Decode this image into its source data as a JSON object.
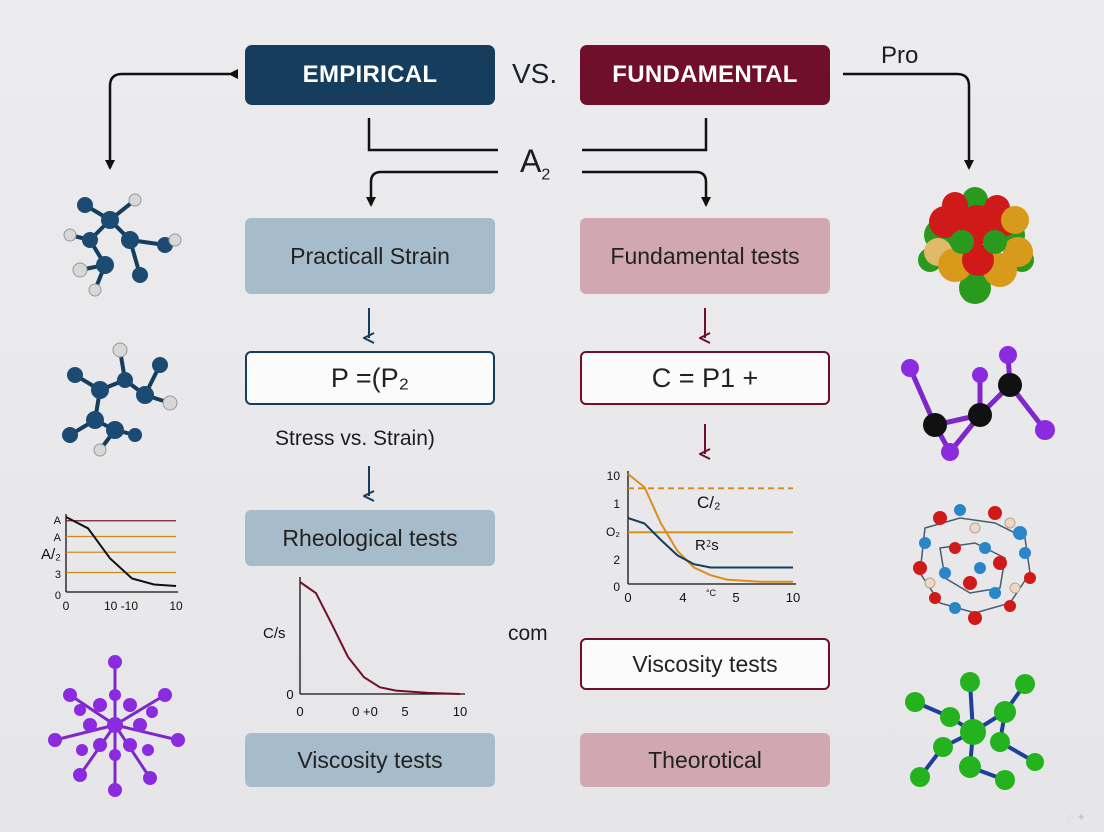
{
  "header": {
    "empirical": "EMPIRICAL",
    "vs": "VS.",
    "fundamental": "FUNDAMENTAL",
    "pro": "Pro",
    "a2_main": "A",
    "a2_sub": "2"
  },
  "left_column": {
    "box1": "Practicall Strain",
    "formula": "P =(P₂",
    "caption": "Stress vs. Strain)",
    "box2": "Rheological tests",
    "chart_ylabel": "C/s",
    "box3": "Viscosity tests"
  },
  "right_column": {
    "box1": "Fundamental tests",
    "formula": "C = P1 +",
    "chart_ann1": "C/₂",
    "chart_ann2": "R⁲s",
    "box2": "Viscosity tests",
    "box3": "Theorotical"
  },
  "middle": {
    "com": "com"
  },
  "colors": {
    "empirical": "#163d5c",
    "fundamental": "#6f0f2c",
    "blue_box": "#a7bcca",
    "rose_box": "#d1a7b2",
    "orange": "#d98f1e",
    "purple": "#8b2be0",
    "green": "#23a81f"
  },
  "chart_data": [
    {
      "type": "line",
      "y_tick_labels": [
        "A",
        "A",
        "A/₂",
        "3",
        "0"
      ],
      "x_tick_labels": [
        "0",
        "10 -10",
        "10"
      ],
      "series": [
        {
          "values": [
            [
              0,
              1.0
            ],
            [
              2,
              0.85
            ],
            [
              4,
              0.45
            ],
            [
              6,
              0.18
            ],
            [
              8,
              0.1
            ],
            [
              10,
              0.08
            ]
          ]
        }
      ],
      "hlines": [
        0.95,
        0.74,
        0.53,
        0.26
      ]
    },
    {
      "type": "line",
      "ylabel": "C/s",
      "x_tick_labels": [
        "0",
        "0 +0",
        "5",
        "10"
      ],
      "y_tick_labels": [
        "0"
      ],
      "series": [
        {
          "values": [
            [
              0,
              1.0
            ],
            [
              1,
              0.9
            ],
            [
              2,
              0.62
            ],
            [
              3,
              0.33
            ],
            [
              4,
              0.15
            ],
            [
              5,
              0.06
            ],
            [
              6,
              0.03
            ],
            [
              8,
              0.01
            ],
            [
              10,
              0.0
            ]
          ]
        }
      ]
    },
    {
      "type": "line",
      "y_tick_labels": [
        "10",
        "1",
        "O₂",
        "2",
        "0"
      ],
      "x_tick_labels": [
        "0",
        "4",
        "°C",
        "5",
        "10"
      ],
      "series": [
        {
          "values": [
            [
              0,
              1.0
            ],
            [
              1,
              0.88
            ],
            [
              2,
              0.55
            ],
            [
              3,
              0.3
            ],
            [
              4,
              0.15
            ],
            [
              5,
              0.08
            ],
            [
              6,
              0.04
            ],
            [
              8,
              0.02
            ],
            [
              10,
              0.02
            ]
          ]
        },
        {
          "values": [
            [
              0,
              0.6
            ],
            [
              1,
              0.55
            ],
            [
              2,
              0.4
            ],
            [
              3,
              0.26
            ],
            [
              4,
              0.18
            ],
            [
              5,
              0.15
            ],
            [
              10,
              0.15
            ]
          ]
        }
      ],
      "hlines": [
        0.87,
        0.47
      ]
    }
  ]
}
